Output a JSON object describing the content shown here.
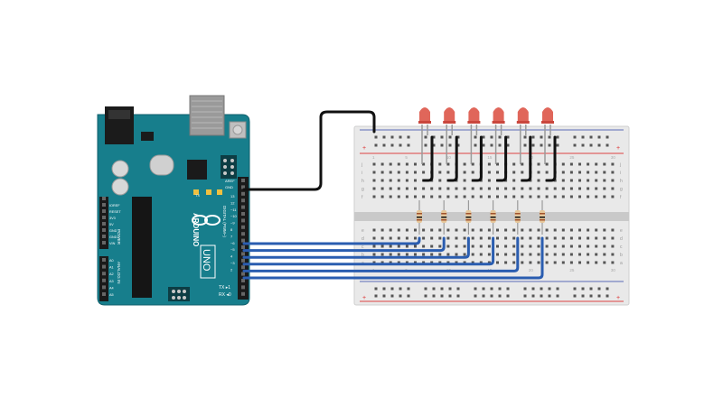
{
  "board": {
    "logo": "ARDUINO",
    "model": "UNO",
    "digital_label": "DIGITAL (PWM~)",
    "power_label": "POWER",
    "analog_label": "ANALOG IN",
    "aref": "AREF",
    "gnd": "GND",
    "tx": "TX",
    "rx": "RX",
    "tx_pin": "TX ▸1",
    "rx_pin": "RX ◂0",
    "left_labels": [
      "IOREF",
      "RESET",
      "3V3",
      "5V",
      "GND",
      "GND",
      "VIN"
    ],
    "analog_pins": [
      "A0",
      "A1",
      "A2",
      "A3",
      "A4",
      "A5"
    ],
    "digital_pins": [
      "13",
      "12",
      "~11",
      "~10",
      "~9",
      "8",
      "7",
      "~6",
      "~5",
      "4",
      "~3",
      "2"
    ]
  },
  "breadboard": {
    "row_letters_top": [
      "j",
      "i",
      "h",
      "g",
      "f"
    ],
    "row_letters_bottom": [
      "e",
      "d",
      "c",
      "b",
      "a"
    ],
    "plus": "+",
    "minus": "−",
    "column_numbers": [
      "1",
      "5",
      "10",
      "15",
      "20",
      "25",
      "30"
    ]
  },
  "components": {
    "leds": 6,
    "resistors": 6,
    "signal_wire_color": "#2a5db0",
    "ground_wire_color": "#111111",
    "led_color": "#e0665a",
    "board_color": "#177e8c",
    "breadboard_color": "#e9e9e9"
  }
}
